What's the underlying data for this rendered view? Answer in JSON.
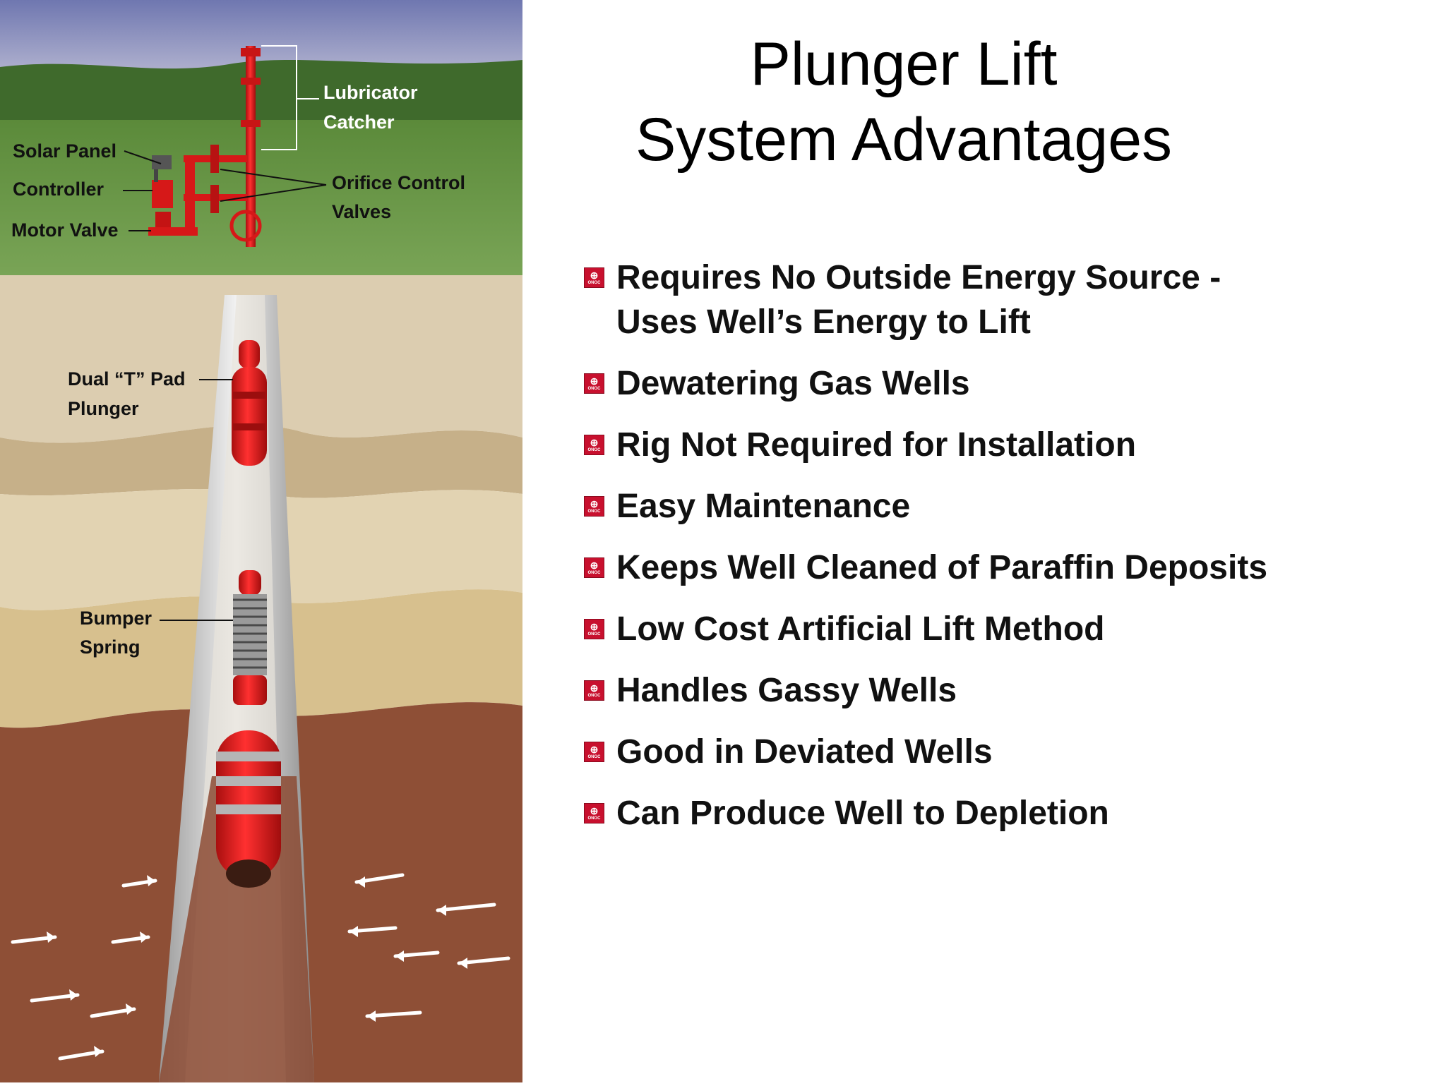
{
  "slide": {
    "title_line1": "Plunger Lift",
    "title_line2": "System Advantages"
  },
  "diagram": {
    "labels": {
      "lubricator": "Lubricator",
      "catcher": "Catcher",
      "solar_panel": "Solar Panel",
      "controller": "Controller",
      "motor_valve": "Motor Valve",
      "orifice_control": "Orifice Control",
      "valves": "Valves",
      "dual_t_pad": "Dual “T” Pad",
      "plunger": "Plunger",
      "bumper": "Bumper",
      "spring": "Spring"
    },
    "colors": {
      "equipment": "#e31b1b",
      "sky": "#7f86b8",
      "grass": "#5f8f3e",
      "rock": "#d9c9a8",
      "clay": "#8b4a33"
    }
  },
  "bullets": {
    "icon": "ongc-logo-icon",
    "items": [
      {
        "line1": "Requires No Outside Energy Source -",
        "line2": "Uses Well’s Energy to Lift"
      },
      {
        "line1": "Dewatering Gas Wells"
      },
      {
        "line1": "Rig Not Required for Installation"
      },
      {
        "line1": "Easy Maintenance"
      },
      {
        "line1": "Keeps Well Cleaned of Paraffin Deposits"
      },
      {
        "line1": "Low Cost Artificial Lift Method"
      },
      {
        "line1": "Handles Gassy Wells"
      },
      {
        "line1": "Good in Deviated Wells"
      },
      {
        "line1": "Can Produce Well to Depletion"
      }
    ]
  }
}
